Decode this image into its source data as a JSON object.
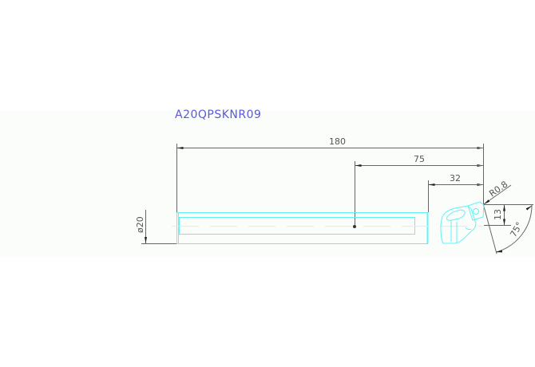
{
  "drawing": {
    "part_number": "A20QPSKNR09",
    "dimensions": {
      "overall_length": "180",
      "center_to_tip": "75",
      "head_length": "32",
      "shank_diameter": "ø20",
      "corner_radius": "R0.8",
      "tip_offset": "13",
      "lead_angle": "75°"
    },
    "colors": {
      "outline": "#5ff2f5",
      "centerline": "#f5f580",
      "dimension": "#555555",
      "title": "#5a5ad8",
      "band": "#fbfdfb"
    }
  }
}
